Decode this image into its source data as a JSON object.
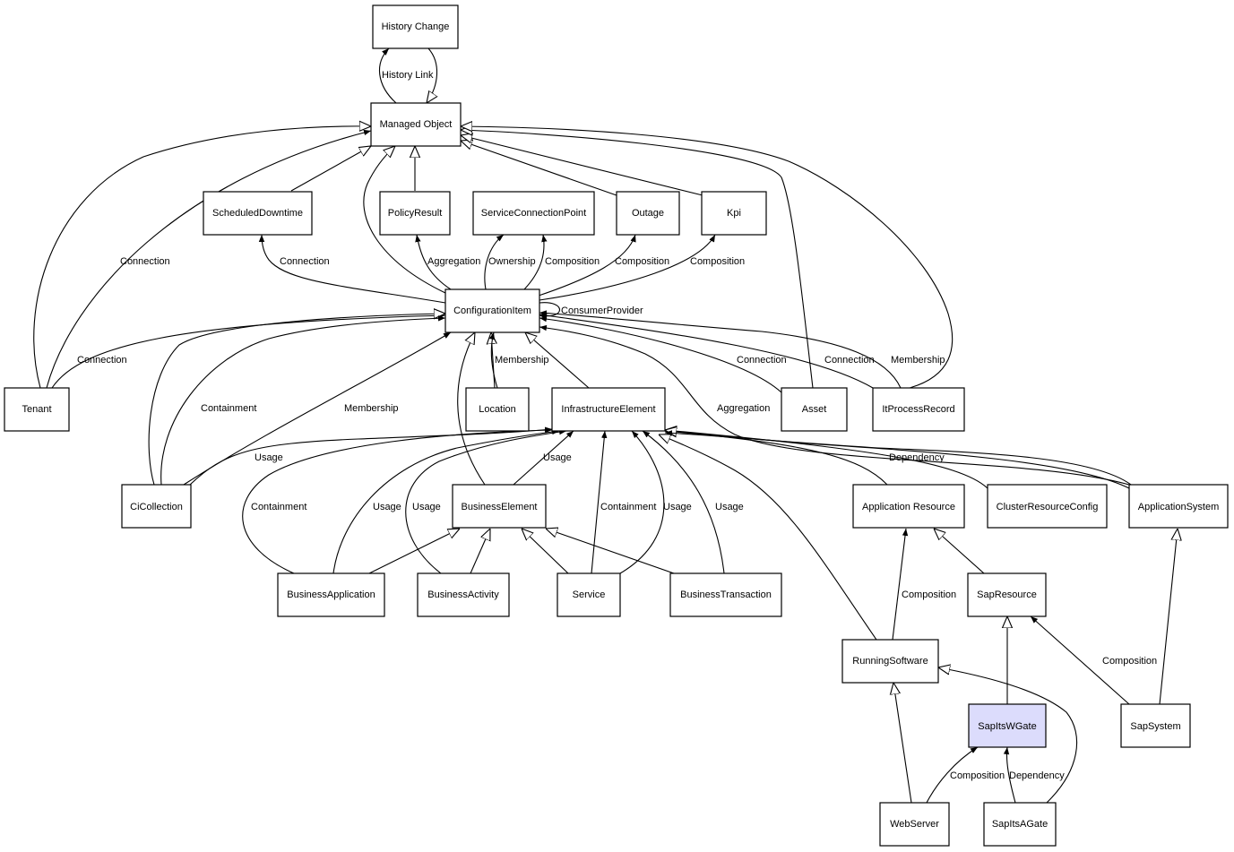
{
  "nodes": {
    "history_change": "History Change",
    "managed_object": "Managed Object",
    "scheduled_downtime": "ScheduledDowntime",
    "policy_result": "PolicyResult",
    "service_connection_point": "ServiceConnectionPoint",
    "outage": "Outage",
    "kpi": "Kpi",
    "configuration_item": "ConfigurationItem",
    "tenant": "Tenant",
    "location": "Location",
    "infrastructure_element": "InfrastructureElement",
    "asset": "Asset",
    "it_process_record": "ItProcessRecord",
    "ci_collection": "CiCollection",
    "business_element": "BusinessElement",
    "application_resource": "Application Resource",
    "cluster_resource_config": "ClusterResourceConfig",
    "application_system": "ApplicationSystem",
    "business_application": "BusinessApplication",
    "business_activity": "BusinessActivity",
    "service": "Service",
    "business_transaction": "BusinessTransaction",
    "sap_resource": "SapResource",
    "running_software": "RunningSoftware",
    "sap_its_wgate": "SapItsWGate",
    "sap_system": "SapSystem",
    "web_server": "WebServer",
    "sap_its_agate": "SapItsAGate"
  },
  "edge_labels": {
    "history_link": "History Link",
    "connection": "Connection",
    "aggregation": "Aggregation",
    "ownership": "Ownership",
    "composition": "Composition",
    "consumer_provider": "ConsumerProvider",
    "membership": "Membership",
    "containment": "Containment",
    "usage": "Usage",
    "dependency": "Dependency"
  },
  "colors": {
    "highlight": "#dcdcfc",
    "stroke": "#000000"
  }
}
